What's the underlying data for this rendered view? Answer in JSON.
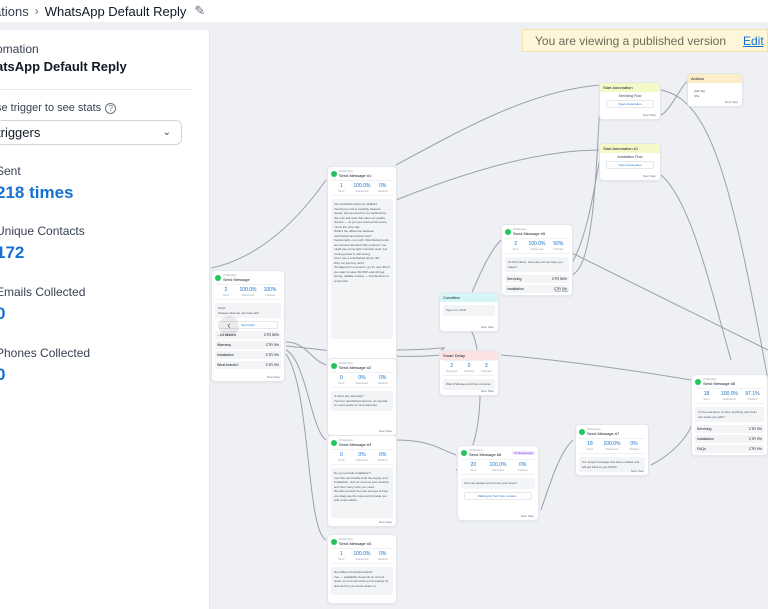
{
  "breadcrumb": {
    "parent": "ations",
    "separator": "›",
    "current": "WhatsApp Default Reply",
    "edit_icon": "pencil-icon"
  },
  "banner": {
    "text": "You are viewing a published version",
    "edit_label": "Edit",
    "bg": "#fdf6d8"
  },
  "sidepanel": {
    "label": "omation",
    "title": "atsApp Default Reply",
    "trigger_hint": "se trigger to see stats",
    "help_icon": "question-circle-icon",
    "select_value": "triggers",
    "stats": [
      {
        "label": "Sent",
        "value": "218 times"
      },
      {
        "label": "Unique Contacts",
        "value": "172"
      },
      {
        "label": "Emails Collected",
        "value": "0"
      },
      {
        "label": "Phones Collected",
        "value": "0"
      }
    ]
  },
  "colors": {
    "accent": "#1570d1",
    "whatsapp": "#22c55e"
  },
  "nodes": {
    "start": {
      "kicker": "WhatsApp",
      "title": "Send Message",
      "stats": [
        [
          "2",
          "Sent"
        ],
        [
          "100.0%",
          "Delivered"
        ],
        [
          "100%",
          "Clicked"
        ]
      ],
      "body": "FAQs\nChoose what we can help with:",
      "btn": "See FAQs",
      "rows": [
        [
          "...ed aircons",
          "CTR 50%"
        ],
        [
          "Warranty",
          "CTR 0%"
        ],
        [
          "Installation",
          "CTR 0%"
        ],
        [
          "What brands?",
          "CTR 0%"
        ]
      ],
      "foot": "Next Step"
    },
    "m1": {
      "kicker": "WhatsApp",
      "title": "Send Message #1",
      "stats": [
        [
          "1",
          "Sent"
        ],
        [
          "100.0%",
          "Delivered"
        ],
        [
          "0%",
          "Clicked"
        ]
      ],
      "body": "Are refurbished aircons reliable?\nYes! Every unit is carefully cleaned, tested, and serviced by our technicians. We only sell units that pass our quality checks — so you get solid performance, minus the price tag.\nWhat's the difference between refurbished and brand new?\nFunctionally, not much. Refurbished units are second-hand but fully restored. You might see some light cosmetic wear, but cooling power is still strong.\nCan I see a refurbished aircon IRL\nWhy not just buy new?\nIf budget isn't a concern, go for new. But if you want to save 30–50% and still get strong, reliable cooling — refurbished is a smart pick.",
      "foot": "Next Step"
    },
    "m2": {
      "kicker": "WhatsApp",
      "title": "Send Message #2",
      "stats": [
        [
          "0",
          "Sent"
        ],
        [
          "0%",
          "Delivered"
        ],
        [
          "0%",
          "Clicked"
        ]
      ],
      "body": "Is there any warranty?\nYes! For refurbished aircons, we provide a 1 year peace of mind warranty.",
      "foot": "Next Step"
    },
    "m3": {
      "kicker": "WhatsApp",
      "title": "Send Message #3",
      "stats": [
        [
          "0",
          "Sent"
        ],
        [
          "0%",
          "Delivered"
        ],
        [
          "0%",
          "Clicked"
        ]
      ],
      "body": "Do you provide installation?\nYes! We can handle both the supply and installation. Just let us know your location and how many units you need.\nWe also provide free site surveys to help you diagnose the issue and provide you with exact advice.",
      "foot": "Next Step"
    },
    "m4": {
      "kicker": "WhatsApp",
      "title": "Send Message #4",
      "stats": [
        [
          "1",
          "Sent"
        ],
        [
          "100.0%",
          "Delivered"
        ],
        [
          "0%",
          "Clicked"
        ]
      ],
      "body": "Got different brands/models?\nYup — availability depends on current stock, let us know what you're looking for and we'll let you know what's in.",
      "foot": "Next Step"
    },
    "m5": {
      "kicker": "WhatsApp",
      "title": "Send Message #5",
      "stats": [
        [
          "2",
          "Sent"
        ],
        [
          "100.0%",
          "Delivered"
        ],
        [
          "50%",
          "Clicked"
        ]
      ],
      "body": "Hi First Name, how else can we help you today?",
      "rows": [
        [
          "Servicing",
          "CTR 50%"
        ],
        [
          "Installation",
          "CTR 0%"
        ]
      ],
      "foot": "Next Step"
    },
    "m6": {
      "kicker": "WhatsApp",
      "title": "Send Message #6",
      "stats": [
        [
          "20",
          "Sent"
        ],
        [
          "100.0%",
          "Delivered"
        ],
        [
          "0%",
          "Clicked"
        ]
      ],
      "tag": "Ai Responses",
      "body": "Can you please let us know your issue?",
      "wait": "Waiting for Text from contact...",
      "foot": "Next Step"
    },
    "m7": {
      "kicker": "WhatsApp",
      "title": "Send Message #7",
      "stats": [
        [
          "18",
          "Sent"
        ],
        [
          "100.0%",
          "Delivered"
        ],
        [
          "0%",
          "Clicked"
        ]
      ],
      "body": "Our project manager has been notified and will get back to you ASAP!",
      "foot": "Next Step"
    },
    "m8": {
      "kicker": "WhatsApp",
      "title": "Send Message #8",
      "stats": [
        [
          "18",
          "Sent"
        ],
        [
          "100.0%",
          "Delivered"
        ],
        [
          "97.1%",
          "Clicked"
        ]
      ],
      "body": "In the meantime, is there anything else that I can assist you with?",
      "rows": [
        [
          "Servicing",
          "CTR 0%"
        ],
        [
          "Installation",
          "CTR 0%"
        ],
        [
          "FAQs",
          "CTR 0%"
        ]
      ],
      "foot": "Next Step"
    },
    "condition": {
      "title": "Condition",
      "body": "Tag: is in: SGG",
      "foot": "Next Step"
    },
    "delay": {
      "title": "Smart Delay",
      "stats": [
        [
          "2",
          "Entered"
        ],
        [
          "0",
          "Waiting"
        ],
        [
          "3",
          "Passed"
        ]
      ],
      "body": "Wait 3 Minutes and then continue",
      "foot": "Next Step"
    },
    "sa1": {
      "title": "Start Automation",
      "body": "Servicing Flow",
      "btn": "Open Automation",
      "foot": "Next Step"
    },
    "sa2": {
      "title": "Start Automation #1",
      "body": "Installation Flow",
      "btn": "Open Automation",
      "foot": "Next Step"
    },
    "actions": {
      "title": "Actions",
      "body": "Add Tag\nSSL",
      "foot": "Next Step"
    }
  }
}
